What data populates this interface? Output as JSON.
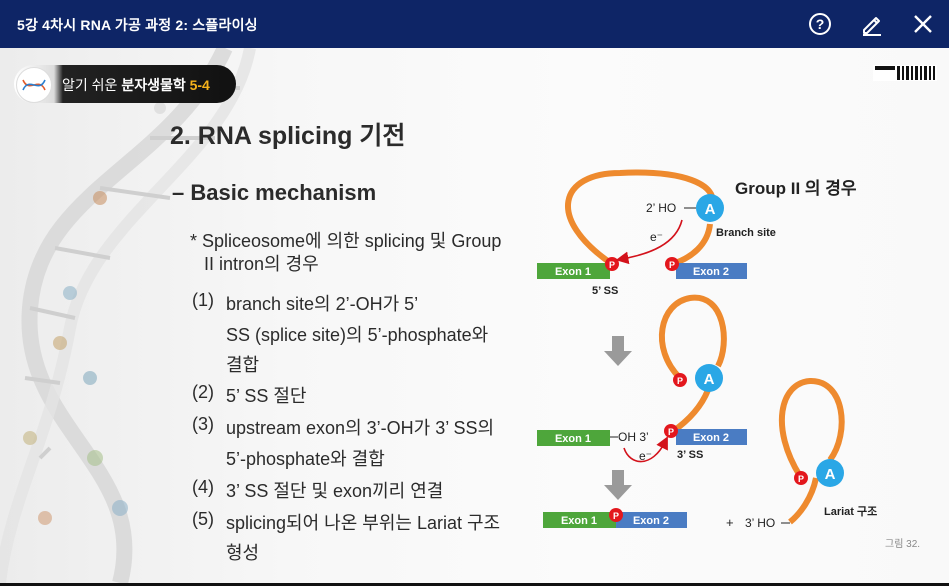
{
  "window": {
    "title": "5강 4차시 RNA 가공 과정 2: 스플라이싱",
    "help_icon": "help-circle-icon",
    "edit_icon": "pencil-icon",
    "close_icon": "close-icon"
  },
  "logo": {
    "prefix": "알기 쉬운 ",
    "name": "분자생물학",
    "number": "5-4"
  },
  "slide": {
    "heading": "2. RNA splicing 기전",
    "subheading": "– Basic mechanism",
    "note_line1": "* Spliceosome에 의한 splicing 및 Group",
    "note_line2": "II intron의 경우",
    "steps": [
      {
        "num": "(1)",
        "line1": "branch site의 2’-OH가 5’",
        "line2": "SS (splice site)의 5’-phosphate와",
        "line3": "결합"
      },
      {
        "num": "(2)",
        "line1": "5’ SS 절단"
      },
      {
        "num": "(3)",
        "line1": "upstream exon의 3’-OH가 3’ SS의",
        "line2": "5’-phosphate와 결합"
      },
      {
        "num": "(4)",
        "line1": "3’ SS 절단 및 exon끼리 연결"
      },
      {
        "num": "(5)",
        "line1": "splicing되어 나온 부위는 Lariat 구조",
        "line2": "형성"
      }
    ],
    "figure_caption": "그림 32."
  },
  "diagram": {
    "title": "Group II 의 경우",
    "exon1": "Exon 1",
    "exon2": "Exon 2",
    "branch_label": "Branch site",
    "ss5_label": "5’ SS",
    "ss3_label": "3’ SS",
    "ho2": "2’ HO",
    "oh3": "OH 3’",
    "ho3": "3’ HO",
    "plus": "+",
    "electron": "e⁻",
    "adenine": "A",
    "phosphate": "P",
    "lariat_label": "Lariat 구조",
    "colors": {
      "exon1": "#4ea63b",
      "exon2": "#4a7cc3",
      "intron": "#ee8a2e",
      "adenine": "#2aa7e6",
      "phosphate": "#e3171d",
      "arrow": "#9a9a9a",
      "electron_arrow": "#d3121b"
    }
  }
}
